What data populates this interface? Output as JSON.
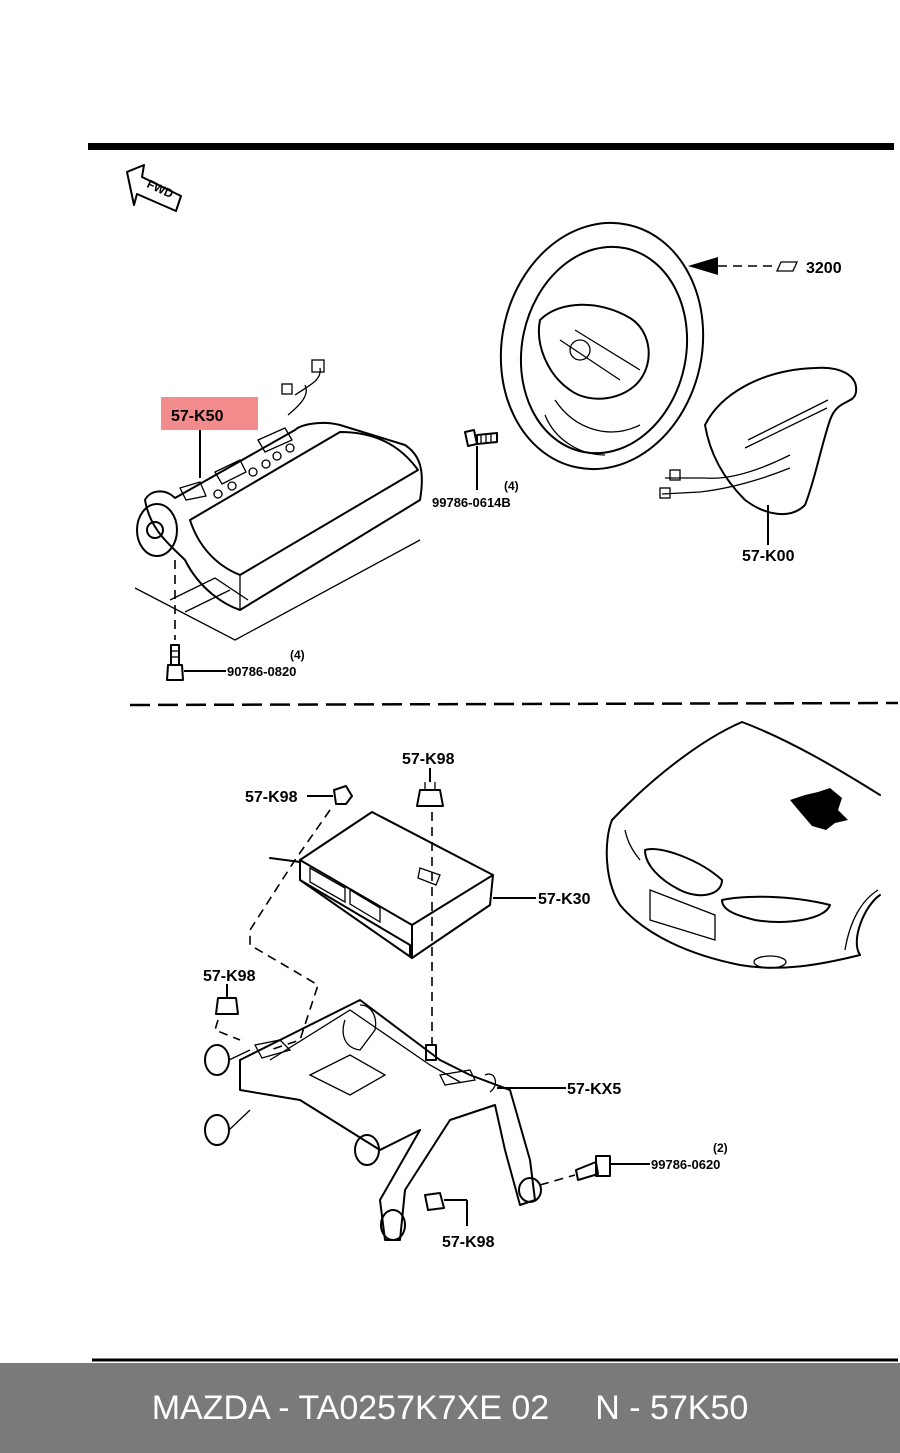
{
  "diagram": {
    "fwd_label": "FWD",
    "ref_number": "3200",
    "parts": {
      "airbag_module_passenger": "57-K50",
      "airbag_module_driver": "57-K00",
      "bolt_passenger": "90786-0820",
      "bolt_passenger_qty": "(4)",
      "bolt_driver": "99786-0614B",
      "bolt_driver_qty": "(4)",
      "nut_top_left": "57-K98",
      "nut_top_center": "57-K98",
      "nut_mid_left": "57-K98",
      "nut_bottom": "57-K98",
      "sensor_unit": "57-K30",
      "bracket": "57-KX5",
      "bolt_bracket": "99786-0620",
      "bolt_bracket_qty": "(2)"
    }
  },
  "footer": {
    "left_text": "MAZDA - TA0257K7XE 02",
    "right_text": "N - 57K50"
  },
  "colors": {
    "highlight": "#f28b8b",
    "footer_bg": "#7a7a7a"
  }
}
